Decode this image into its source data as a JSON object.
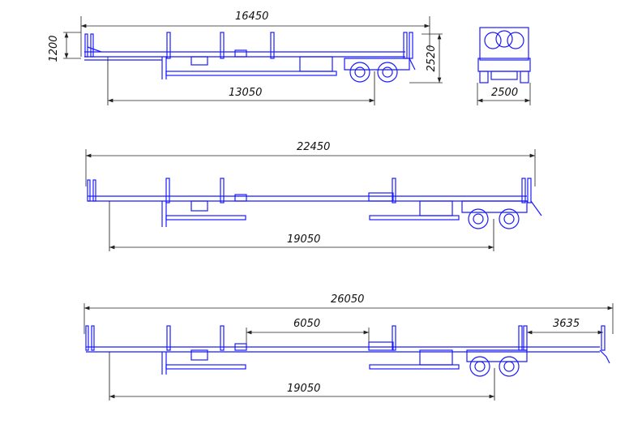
{
  "colors": {
    "line": "#1a1aff",
    "dimension": "#222222",
    "background": "#ffffff"
  },
  "views": {
    "side_short": {
      "overall_length": "16450",
      "height": "1200",
      "axle_position": "13050",
      "total_height": "2520"
    },
    "rear": {
      "width": "2500"
    },
    "side_medium": {
      "overall_length": "22450",
      "axle_position": "19050"
    },
    "side_long": {
      "overall_length": "26050",
      "extension": "6050",
      "rear_overhang": "3635",
      "axle_position": "19050"
    }
  }
}
